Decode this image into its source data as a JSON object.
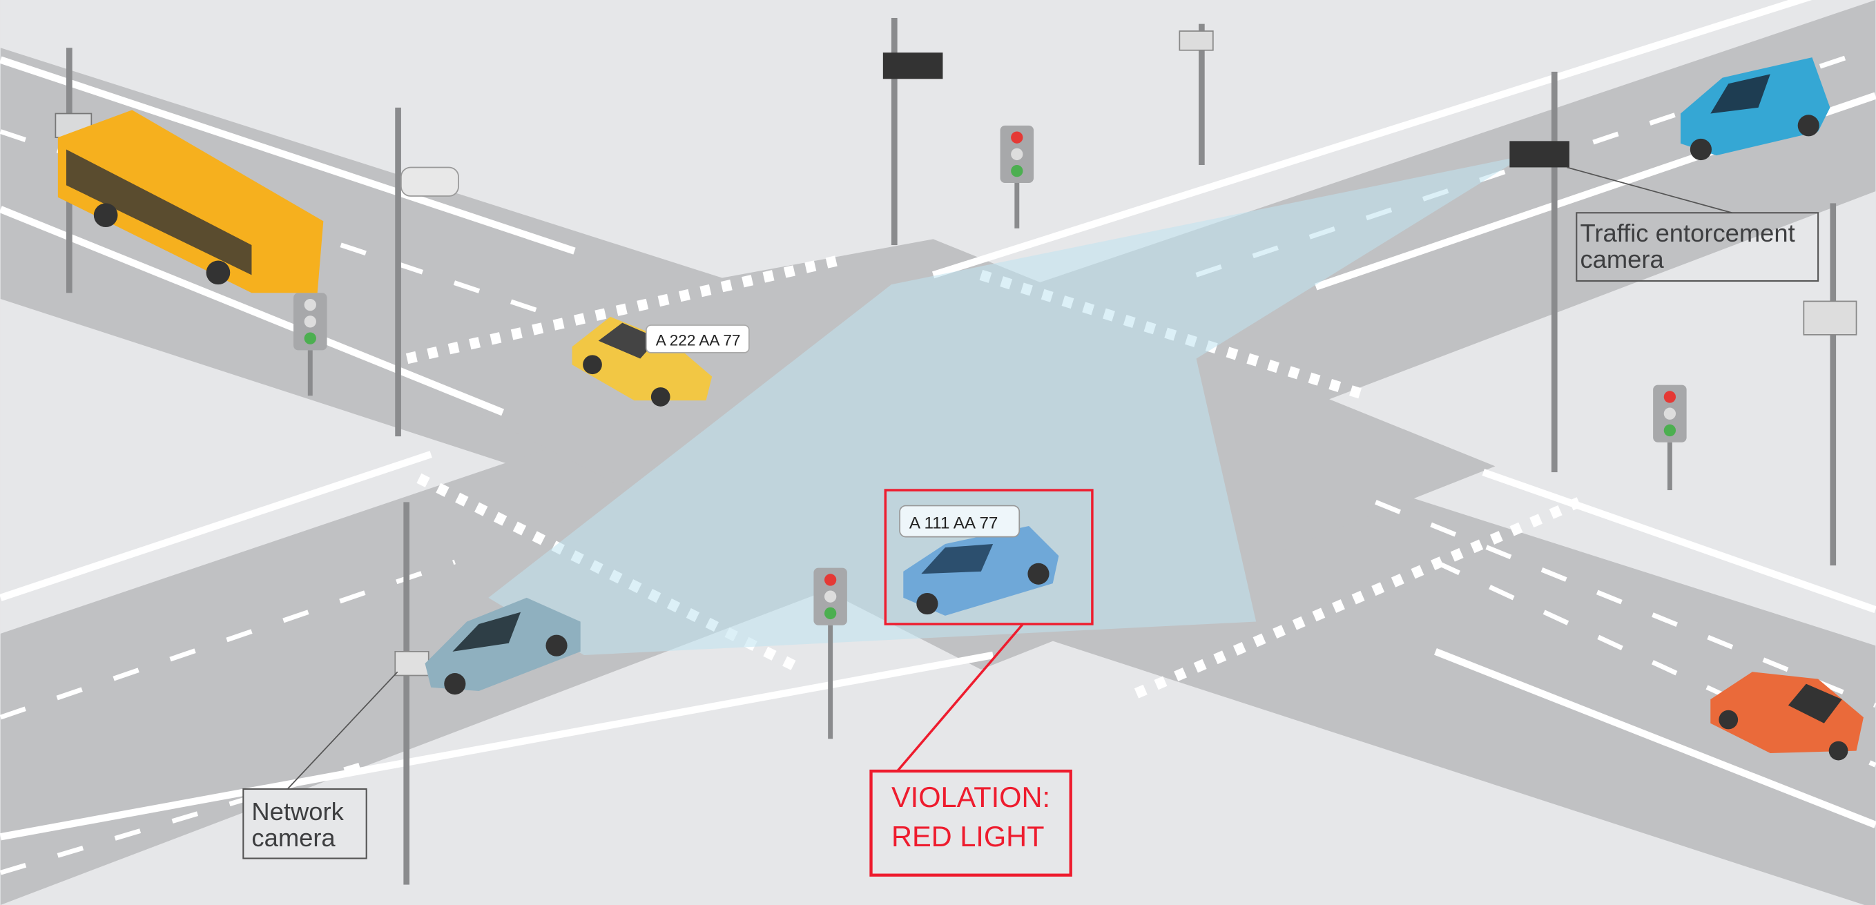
{
  "labels": {
    "enforcement_camera": [
      "Traffic entorcement",
      "camera"
    ],
    "network_camera": [
      "Network",
      "camera"
    ],
    "violation": [
      "VIOLATION:",
      "RED LIGHT"
    ]
  },
  "plates": {
    "yellow_car": "A 222 AA  77",
    "blue_car": "A 111 AA  77"
  },
  "colors": {
    "background": "#e6e7e9",
    "road": "#c0c1c3",
    "marking": "#ffffff",
    "camera_view": "#bfe3f0",
    "violation": "#ee1c2e",
    "bus": "#f6b01e",
    "yellow_car": "#f2c744",
    "blue_car": "#6fa8d8",
    "grey_blue_car": "#8fb0bf",
    "suv": "#35a7d4",
    "orange_car": "#ea6a3a"
  }
}
